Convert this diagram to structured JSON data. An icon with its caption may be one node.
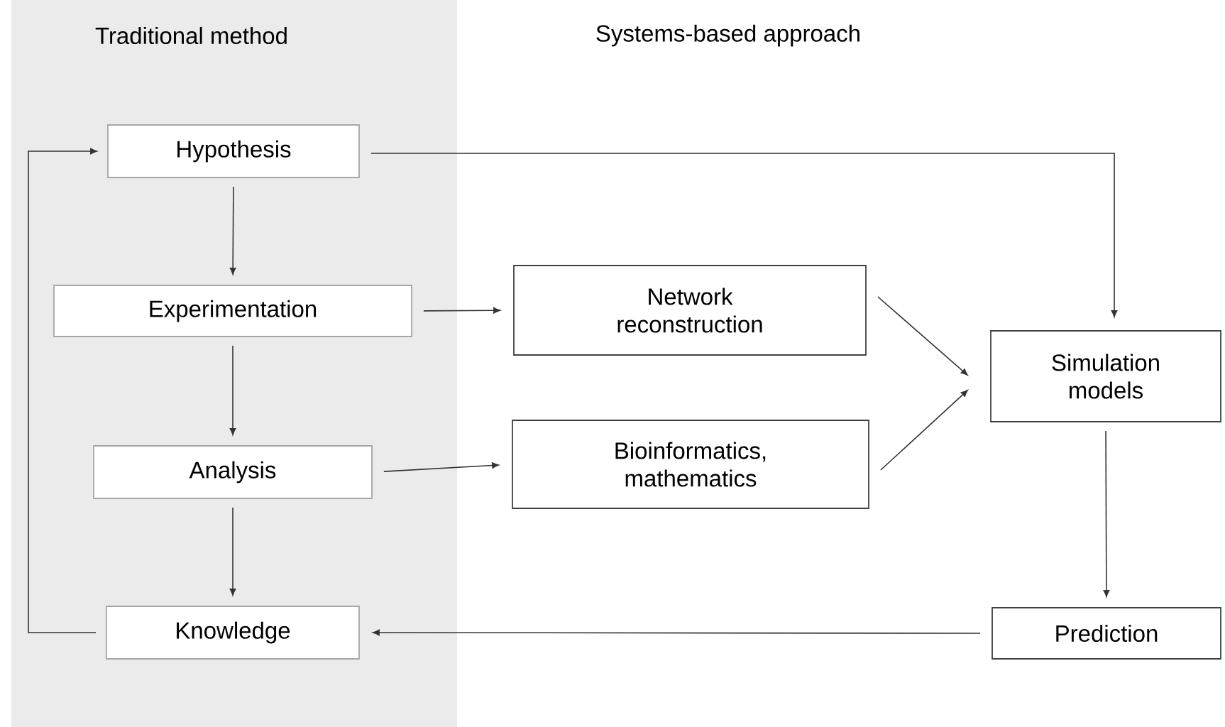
{
  "diagram": {
    "nodes": [
      {
        "text": [
          "Traditional method"
        ]
      },
      {
        "text": [
          "Hypothesis"
        ],
        "in": 0
      },
      {
        "text": [
          "Experimentation"
        ],
        "in": 0
      },
      {
        "text": [
          "Analysis"
        ],
        "in": 0
      },
      {
        "text": [
          "Knowledge"
        ],
        "in": 0
      },
      {
        "text": [
          "Network reconstruction"
        ]
      },
      {
        "text": [
          "Bioinformatics, mathematics"
        ]
      },
      {
        "text": [
          "Simulation models"
        ]
      },
      {
        "text": [
          "Prediction"
        ]
      }
    ],
    "edges": [
      {
        "from": 1,
        "to": 2,
        "arrow": "to"
      },
      {
        "from": 2,
        "to": 3,
        "arrow": "to"
      },
      {
        "from": 3,
        "to": 4,
        "arrow": "to"
      },
      {
        "from": 4,
        "to": 1,
        "arrow": "to"
      },
      {
        "from": 1,
        "to": 7,
        "arrow": "to"
      },
      {
        "from": 2,
        "to": 5,
        "arrow": "to"
      },
      {
        "from": 3,
        "to": 6,
        "arrow": "to"
      },
      {
        "from": 5,
        "to": 7,
        "arrow": "to"
      },
      {
        "from": 6,
        "to": 7,
        "arrow": "to"
      },
      {
        "from": 7,
        "to": 8,
        "arrow": "to"
      },
      {
        "from": 8,
        "to": 4,
        "arrow": "to"
      }
    ],
    "labels": [
      "Systems-based approach"
    ]
  }
}
